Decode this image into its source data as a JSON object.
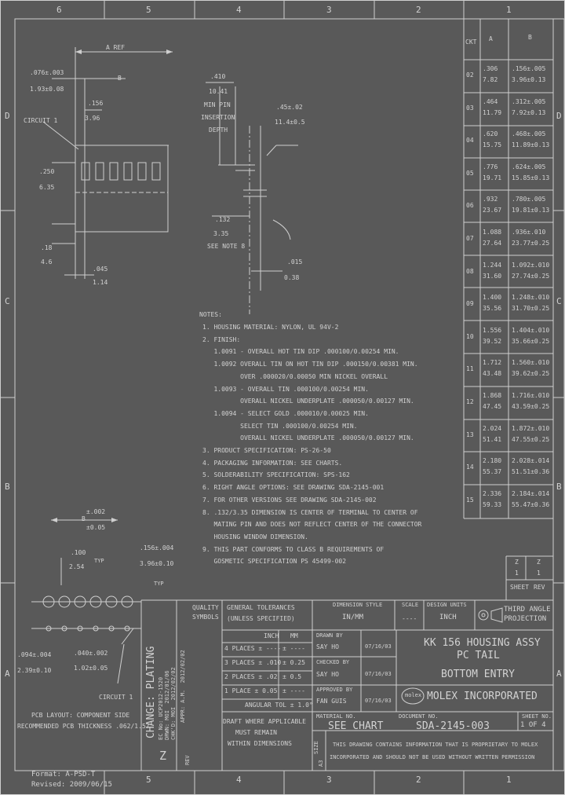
{
  "zones": {
    "columns": [
      "6",
      "5",
      "4",
      "3",
      "2",
      "1"
    ],
    "rows": [
      "D",
      "C",
      "B",
      "A"
    ]
  },
  "top_view": {
    "a_ref": "A REF",
    "dim_076": ".076±.003",
    "dim_193": "1.93±0.08",
    "label_b": "B",
    "dim_156": ".156",
    "dim_396": "3.96",
    "circuit_1": "CIRCUIT 1",
    "dim_250": ".250",
    "dim_635": "6.35",
    "dim_18": ".18",
    "dim_46": "4.6",
    "dim_045": ".045",
    "dim_114": "1.14"
  },
  "side_view": {
    "dim_410": ".410",
    "dim_1041": "10.41",
    "min_pin": "MIN PIN",
    "insertion": "INSERTION",
    "depth": "DEPTH",
    "dim_45": ".45±.02",
    "dim_114": "11.4±0.5",
    "dim_132": ".132",
    "dim_335": "3.35",
    "see_note": "SEE NOTE 8",
    "dim_015": ".015",
    "dim_038": "0.38"
  },
  "table": {
    "headers": [
      "CKT",
      "A",
      "B"
    ],
    "rows": [
      {
        "ckt": "02",
        "a": [
          ".306",
          "7.82"
        ],
        "b": [
          ".156±.005",
          "3.96±0.13"
        ]
      },
      {
        "ckt": "03",
        "a": [
          ".464",
          "11.79"
        ],
        "b": [
          ".312±.005",
          "7.92±0.13"
        ]
      },
      {
        "ckt": "04",
        "a": [
          ".620",
          "15.75"
        ],
        "b": [
          ".468±.005",
          "11.89±0.13"
        ]
      },
      {
        "ckt": "05",
        "a": [
          ".776",
          "19.71"
        ],
        "b": [
          ".624±.005",
          "15.85±0.13"
        ]
      },
      {
        "ckt": "06",
        "a": [
          ".932",
          "23.67"
        ],
        "b": [
          ".780±.005",
          "19.81±0.13"
        ]
      },
      {
        "ckt": "07",
        "a": [
          "1.088",
          "27.64"
        ],
        "b": [
          ".936±.010",
          "23.77±0.25"
        ]
      },
      {
        "ckt": "08",
        "a": [
          "1.244",
          "31.60"
        ],
        "b": [
          "1.092±.010",
          "27.74±0.25"
        ]
      },
      {
        "ckt": "09",
        "a": [
          "1.400",
          "35.56"
        ],
        "b": [
          "1.248±.010",
          "31.70±0.25"
        ]
      },
      {
        "ckt": "10",
        "a": [
          "1.556",
          "39.52"
        ],
        "b": [
          "1.404±.010",
          "35.66±0.25"
        ]
      },
      {
        "ckt": "11",
        "a": [
          "1.712",
          "43.48"
        ],
        "b": [
          "1.560±.010",
          "39.62±0.25"
        ]
      },
      {
        "ckt": "12",
        "a": [
          "1.868",
          "47.45"
        ],
        "b": [
          "1.716±.010",
          "43.59±0.25"
        ]
      },
      {
        "ckt": "13",
        "a": [
          "2.024",
          "51.41"
        ],
        "b": [
          "1.872±.010",
          "47.55±0.25"
        ]
      },
      {
        "ckt": "14",
        "a": [
          "2.180",
          "55.37"
        ],
        "b": [
          "2.028±.014",
          "51.51±0.36"
        ]
      },
      {
        "ckt": "15",
        "a": [
          "2.336",
          "59.33"
        ],
        "b": [
          "2.184±.014",
          "55.47±0.36"
        ]
      }
    ]
  },
  "notes": {
    "title": "NOTES:",
    "lines": [
      "1. HOUSING MATERIAL: NYLON, UL 94V-2",
      "2. FINISH:",
      "   1.0091 - OVERALL HOT TIN DIP .000100/0.00254 MIN.",
      "   1.0092 OVERALL TIN ON HOT TIN DIP .000150/0.00381 MIN.",
      "          OVER .000020/0.00050 MIN NICKEL OVERALL",
      "   1.0093 - OVERALL TIN .000100/0.00254 MIN.",
      "          OVERALL NICKEL UNDERPLATE .000050/0.00127 MIN.",
      "   1.0094 - SELECT GOLD .000010/0.00025 MIN.",
      "          SELECT TIN .000100/0.00254 MIN.",
      "          OVERALL NICKEL UNDERPLATE .000050/0.00127 MIN.",
      "3. PRODUCT SPECIFICATION: PS-26-50",
      "4. PACKAGING INFORMATION: SEE CHARTS.",
      "5. SOLDERABILITY SPECIFICATION: SPS-162",
      "6. RIGHT ANGLE OPTIONS: SEE DRAWING SDA-2145-001",
      "7. FOR OTHER VERSIONS SEE DRAWING SDA-2145-002",
      "8. .132/3.35 DIMENSION IS CENTER OF TERMINAL TO CENTER OF",
      "   MATING PIN AND DOES NOT REFLECT CENTER OF THE CONNECTOR",
      "   HOUSING WINDOW DIMENSION.",
      "9. THIS PART CONFORMS TO CLASS B REQUIREMENTS OF",
      "   GOSMETIC SPECIFICATION PS 45499-002"
    ]
  },
  "pcb": {
    "label_b": "B",
    "dim_002": "±.002",
    "dim_005": "±0.05",
    "dim_100": ".100",
    "dim_254": "2.54",
    "typ": "TYP",
    "dim_156": ".156±.004",
    "dim_396": "3.96±0.10",
    "typ2": "TYP",
    "dim_094": ".094±.004",
    "dim_239": "2.39±0.10",
    "dim_040": ".040±.002",
    "dim_102": "1.02±0.05",
    "circuit_1": "CIRCUIT 1",
    "pcb_line1": "PCB LAYOUT: COMPONENT SIDE",
    "pcb_line2": "RECOMMENDED PCB THICKNESS .062/1.57"
  },
  "revision": {
    "change": "CHANGE: PLATING",
    "ec_lines": [
      "EC No: UCP2012-1520",
      "DRWN: MOI  2012/01/06",
      "CHK'D: MOI  2012/02/02",
      "APPR: A.M.  2012/02/02"
    ],
    "rev": "Z",
    "rev_label": "REV"
  },
  "title_block": {
    "quality": "QUALITY",
    "symbols": "SYMBOLS",
    "general_tol": "GENERAL TOLERANCES",
    "unless": "(UNLESS SPECIFIED)",
    "dim_style_label": "DIMENSION STYLE",
    "dim_style": "IN/MM",
    "scale_label": "SCALE",
    "scale": "----",
    "design_units_label": "DESIGN UNITS",
    "design_units": "INCH",
    "third_angle": "THIRD ANGLE",
    "projection": "PROJECTION",
    "col_in": "INCH",
    "col_mm": "MM",
    "tol_rows": [
      [
        "4 PLACES ± ----",
        "± ----"
      ],
      [
        "3 PLACES ± .010",
        "± 0.25"
      ],
      [
        "2 PLACES ± .02",
        "± 0.5"
      ],
      [
        "1 PLACE ± 0.05",
        "± ----"
      ]
    ],
    "angular": "ANGULAR TOL ± 1.0°",
    "drawn_by_label": "DRAWN BY",
    "drawn_by": "SAY HO",
    "drawn_date": "07/16/03",
    "checked_label": "CHECKED BY",
    "checked_by": "SAY HO",
    "checked_date": "07/16/03",
    "approved_label": "APPROVED BY",
    "approved_by": "FAN GUIS",
    "approved_date": "07/16/03",
    "title_line1": "KK 156 HOUSING ASSY",
    "title_line2": "PC TAIL",
    "title_line3": "BOTTOM ENTRY",
    "molex": "molex",
    "company": "MOLEX INCORPORATED",
    "material_label": "MATERIAL NO.",
    "material": "SEE CHART",
    "document_label": "DOCUMENT NO.",
    "document": "SDA-2145-003",
    "sheet_label": "SHEET NO.",
    "sheet": "1 OF 4",
    "draft_line1": "DRAFT WHERE APPLICABLE",
    "draft_line2": "MUST REMAIN",
    "draft_line3": "WITHIN DIMENSIONS",
    "proprietary1": "THIS DRAWING CONTAINS INFORMATION THAT IS PROPRIETARY TO MOLEX",
    "proprietary2": "INCORPORATED AND SHOULD NOT BE USED WITHOUT WRITTEN PERMISSION",
    "size_label": "SIZE",
    "size": "A3",
    "sheet_rev_z": "Z",
    "sheet_rev_1": "1",
    "sheet_rev_num": "1",
    "sheet_rev_label": "SHEET",
    "rev_label2": "REV"
  },
  "footer": {
    "line1": "Format: A-PSD-T",
    "line2": "Revised: 2009/06/15"
  }
}
